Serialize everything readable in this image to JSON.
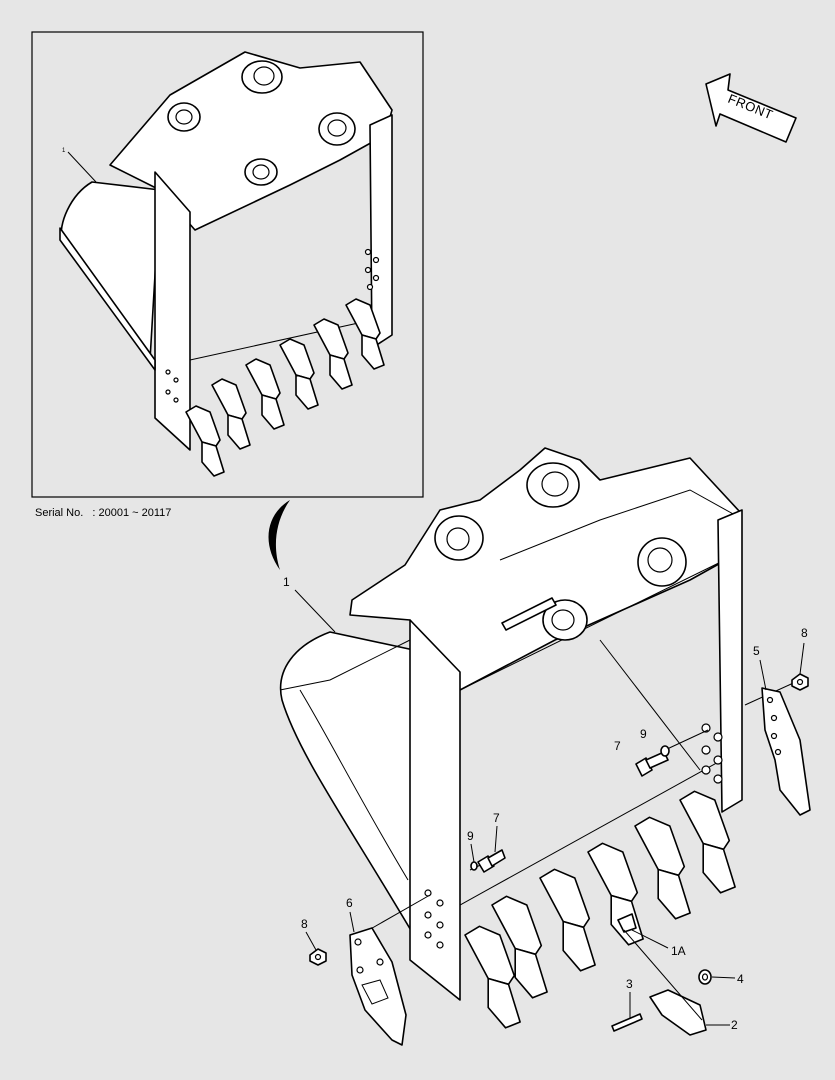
{
  "serial": {
    "label": "Serial No.",
    "range": ": 20001 ~ 20117"
  },
  "direction": {
    "front": "FRONT"
  },
  "inset": {
    "callout": "1"
  },
  "callouts": {
    "bucket": "1",
    "tooth_adapter": "1A",
    "tooth_tip": "2",
    "pin": "3",
    "lock": "4",
    "side_cutter_right": "5",
    "side_cutter_left": "6",
    "bolt_right": "7",
    "bolt_left": "7",
    "nut_right": "8",
    "nut_left": "8",
    "washer_right": "9",
    "washer_left": "9"
  }
}
